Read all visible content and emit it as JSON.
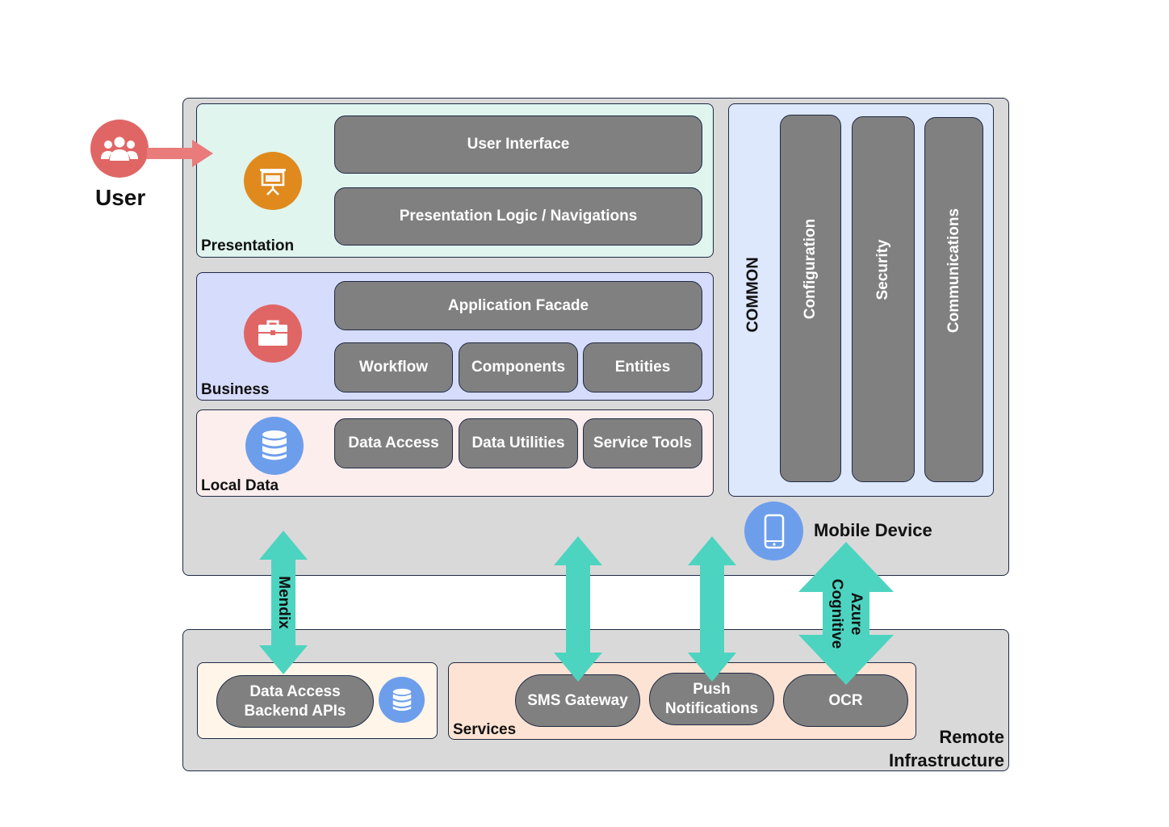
{
  "user": {
    "label": "User",
    "icon": "users-icon",
    "color": "#e06666"
  },
  "mobile": {
    "label": "Mobile Device",
    "icon": "smartphone-icon",
    "layers": {
      "presentation": {
        "label": "Presentation",
        "icon": "presentation-board-icon",
        "color": "#dff5ee",
        "boxes": [
          "User Interface",
          "Presentation Logic / Navigations"
        ]
      },
      "business": {
        "label": "Business",
        "icon": "briefcase-icon",
        "color": "#d6dcfb",
        "facade": "Application Facade",
        "boxes": [
          "Workflow",
          "Components",
          "Entities"
        ]
      },
      "local_data": {
        "label": "Local Data",
        "icon": "database-icon",
        "color": "#fdeeee",
        "boxes": [
          "Data Access",
          "Data Utilities",
          "Service Tools"
        ]
      }
    },
    "common": {
      "label": "COMMON",
      "color": "#dde8fc",
      "columns": [
        "Configuration",
        "Security",
        "Communications"
      ]
    }
  },
  "connections": {
    "mendix": "Mendix",
    "azure": "Azure\nCognitive",
    "arrow_color": "#4dd4c0"
  },
  "remote": {
    "label": "Remote\nInfrastructure",
    "backend": {
      "label": "Data Access\nBackend APIs",
      "icon": "database-icon"
    },
    "services": {
      "label": "Services",
      "color": "#fde3d3",
      "items": [
        "SMS Gateway",
        "Push\nNotifications",
        "OCR"
      ]
    }
  }
}
